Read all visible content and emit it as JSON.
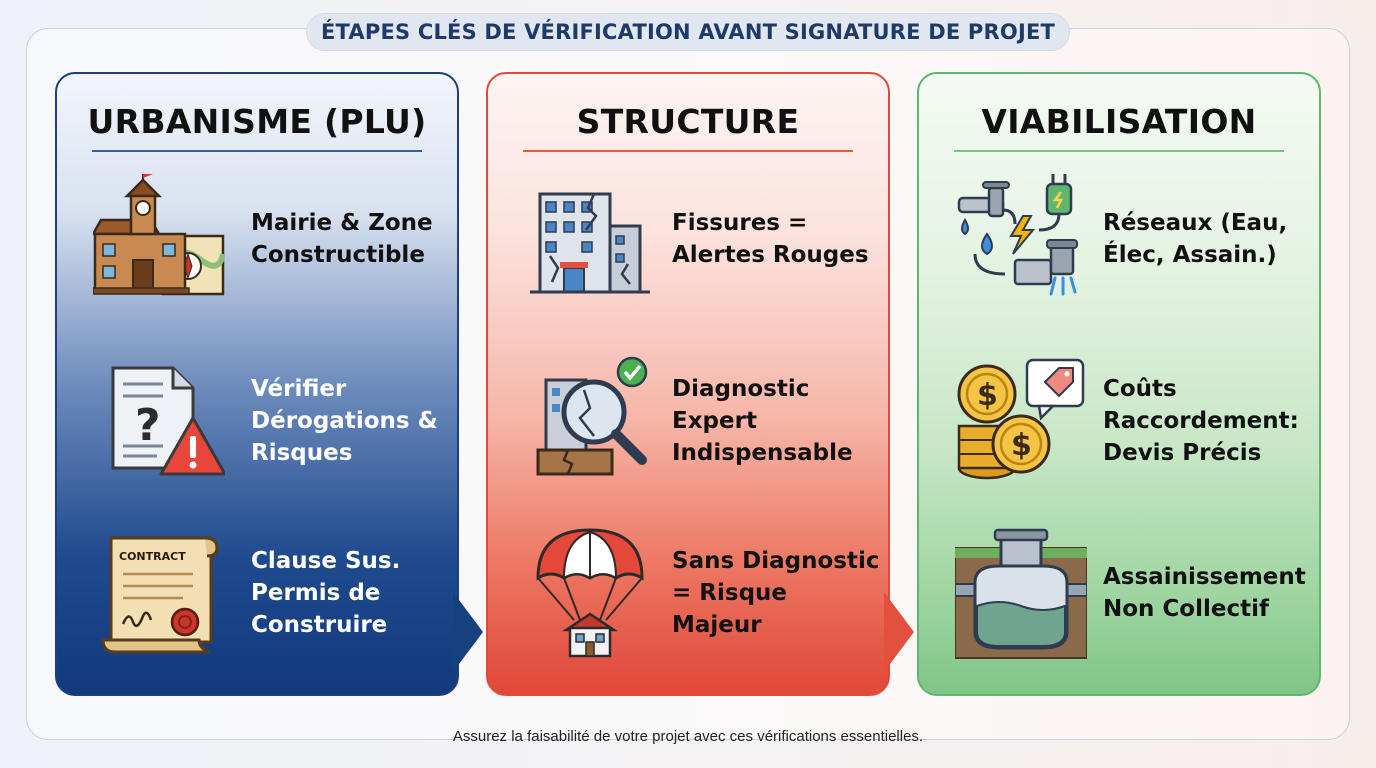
{
  "title": "ÉTAPES CLÉS DE VÉRIFICATION AVANT SIGNATURE DE PROJET",
  "footer": "Assurez la faisabilité de votre projet avec ces vérifications essentielles.",
  "colors": {
    "blue": "#1d3f7d",
    "red": "#e14a3b",
    "green": "#5fb66d"
  },
  "panels": [
    {
      "title": "URBANISME (PLU)",
      "items": [
        {
          "icon": "town-hall-map-icon",
          "text": "Mairie & Zone Constructible"
        },
        {
          "icon": "document-warning-icon",
          "text": "Vérifier Dérogations & Risques"
        },
        {
          "icon": "contract-scroll-icon",
          "text": "Clause Sus. Permis de Construire",
          "icon_label": "CONTRACT"
        }
      ]
    },
    {
      "title": "STRUCTURE",
      "items": [
        {
          "icon": "cracked-building-icon",
          "text": "Fissures = Alertes Rouges"
        },
        {
          "icon": "magnifier-inspection-icon",
          "text": "Diagnostic Expert Indispensable"
        },
        {
          "icon": "parachute-house-icon",
          "text": "Sans Diagnostic = Risque Majeur"
        }
      ]
    },
    {
      "title": "VIABILISATION",
      "items": [
        {
          "icon": "utilities-network-icon",
          "text": "Réseaux (Eau, Élec, Assain.)"
        },
        {
          "icon": "coins-price-tag-icon",
          "text": "Coûts Raccordement: Devis Précis"
        },
        {
          "icon": "septic-tank-icon",
          "text": "Assainissement Non Collectif"
        }
      ]
    }
  ]
}
